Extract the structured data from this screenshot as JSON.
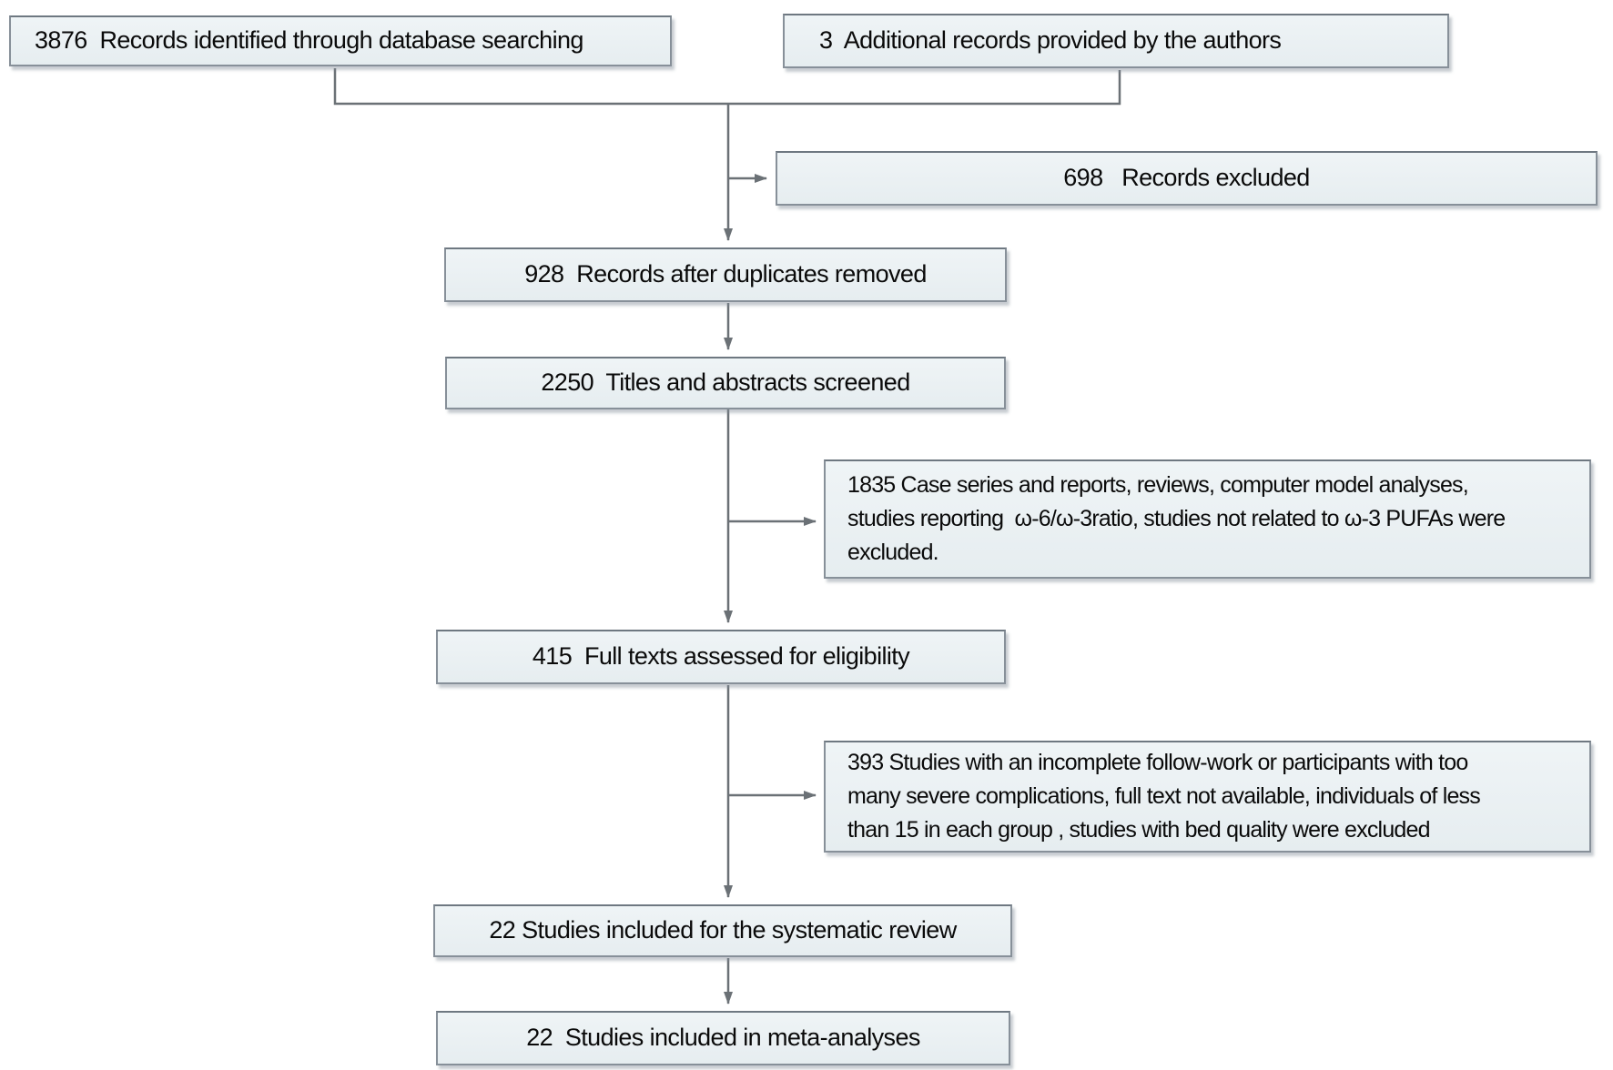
{
  "diagram": {
    "type": "prisma-flowchart",
    "title": "Study selection flow diagram",
    "colors": {
      "background": "#ffffff",
      "box_fill": "#e9eff2",
      "box_border": "#879099",
      "arrow": "#6b7176",
      "text": "#0a0a0a"
    },
    "boxes": {
      "records_identified": {
        "count": 3876,
        "text": "3876  Records identified through database searching"
      },
      "additional_records": {
        "count": 3,
        "text": "3  Additional records provided by the authors"
      },
      "records_excluded": {
        "count": 698,
        "text": "698   Records excluded"
      },
      "duplicates_removed": {
        "count": 928,
        "text": "928  Records after duplicates removed"
      },
      "titles_screened": {
        "count": 2250,
        "text": "2250  Titles and abstracts screened"
      },
      "excluded_after_screening": {
        "count": 1835,
        "text": "1835 Case series and reports, reviews, computer model analyses,\nstudies reporting  ω-6/ω-3ratio, studies not related to ω-3 PUFAs were\nexcluded."
      },
      "full_texts_assessed": {
        "count": 415,
        "text": "415  Full texts assessed for eligibility"
      },
      "excluded_after_fulltext": {
        "count": 393,
        "text": "393 Studies with an incomplete follow-work or participants with too\nmany severe complications, full text not available, individuals of less\nthan 15 in each group , studies with bed quality were excluded"
      },
      "systematic_review": {
        "count": 22,
        "text": "22 Studies included for the systematic review"
      },
      "meta_analyses": {
        "count": 22,
        "text": "22  Studies included in meta-analyses"
      }
    }
  }
}
